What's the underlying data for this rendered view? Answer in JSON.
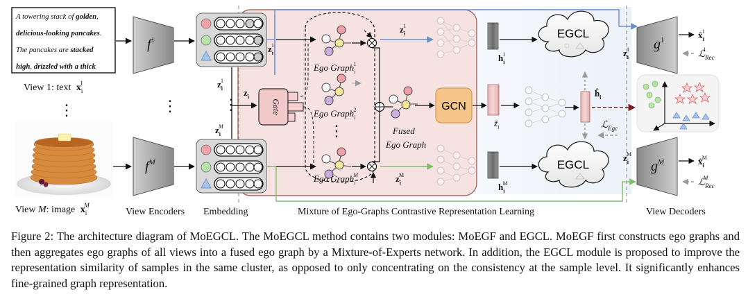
{
  "input_text": {
    "line1_a": "A towering stack of ",
    "line1_b": "golden",
    "line1_c": ",",
    "line2": "delicious-looking pancakes",
    "line2_c": ".",
    "line3_a": "The pancakes are ",
    "line3_b": "stacked",
    "line4_a": "high",
    "line4_b": ", ",
    "line4_c": "drizzled with a thick"
  },
  "views": {
    "view1_prefix": "View 1: text",
    "viewM_prefix_a": "View",
    "viewM_prefix_b": ": image",
    "M": "M",
    "x": "x",
    "i": "i",
    "sup1": "1",
    "supM": "M",
    "dots_v": "⋮"
  },
  "encoders": {
    "f": "f",
    "g": "g",
    "sup1": "1",
    "supM": "M"
  },
  "symbols": {
    "z": "z",
    "h": "h",
    "i": "i",
    "sup1": "1",
    "supM": "M",
    "zi": "z",
    "ztilde": "z̃",
    "hhat": "ĥ",
    "xhat": "x̂",
    "L": "ℒ",
    "Rec": "Rec",
    "Egc": "Egc"
  },
  "labels": {
    "gate": "Gate",
    "ego_graph": "Ego Graph",
    "ego_sup1": "1",
    "ego_sup2": "2",
    "ego_supM": "M",
    "fused_line1": "Fused",
    "fused_line2": "Ego Graph",
    "gcn": "GCN",
    "egcl": "EGCL",
    "section_view_encoders": "View Encoders",
    "section_embedding": "Embedding",
    "section_moegcl": "Mixture of Ego-Graphs Contrastive Representation Learning",
    "section_view_decoders": "View Decoders"
  },
  "caption": "Figure 2: The architecture diagram of MoEGCL. The MoEGCL method contains two modules: MoEGF and EGCL. MoEGF first constructs ego graphs and then aggregates ego graphs of all views into a fused ego graph by a Mixture-of-Experts network. In addition, the EGCL module is proposed to improve the representation similarity of samples in the same cluster, as opposed to only concentrating on the consistency at the sample level. It significantly enhances fine-grained graph representation.",
  "colors": {
    "blue": "#6b8fc7",
    "green": "#7fbf6a",
    "pink_panel": "#f6e3e1",
    "panel_border": "#a06a63",
    "gcn": "#f5c58a",
    "node_red": "#f0a0a8",
    "node_yellow": "#f7e79a",
    "node_purple": "#c9b0e0",
    "darkred": "#7a1f1f"
  }
}
